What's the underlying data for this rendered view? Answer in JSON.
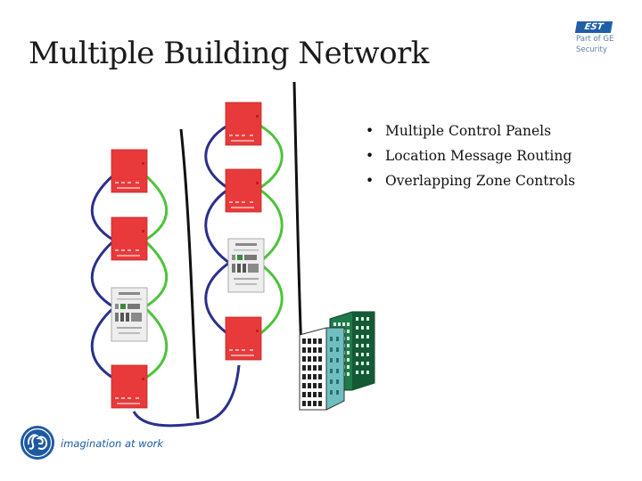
{
  "slide": {
    "title": "Multiple Building Network",
    "bullets": [
      "Multiple Control Panels",
      "Location Message Routing",
      "Overlapping Zone Controls"
    ]
  },
  "logos": {
    "est": {
      "badge": "EST",
      "line1": "Part of GE",
      "line2": "Security"
    },
    "ge": {
      "tagline": "imagination at work"
    }
  },
  "colors": {
    "panel_red": "#e83a3a",
    "panel_grey": "#e6e6e6",
    "loop_blue": "#2b2f8c",
    "loop_green": "#4cc43a",
    "trunk_black": "#111111",
    "building_dark": "#1f7a4a",
    "building_light": "#6fbfc0",
    "ge_blue": "#1e5aa0",
    "est_blue": "#1f5fa8"
  }
}
